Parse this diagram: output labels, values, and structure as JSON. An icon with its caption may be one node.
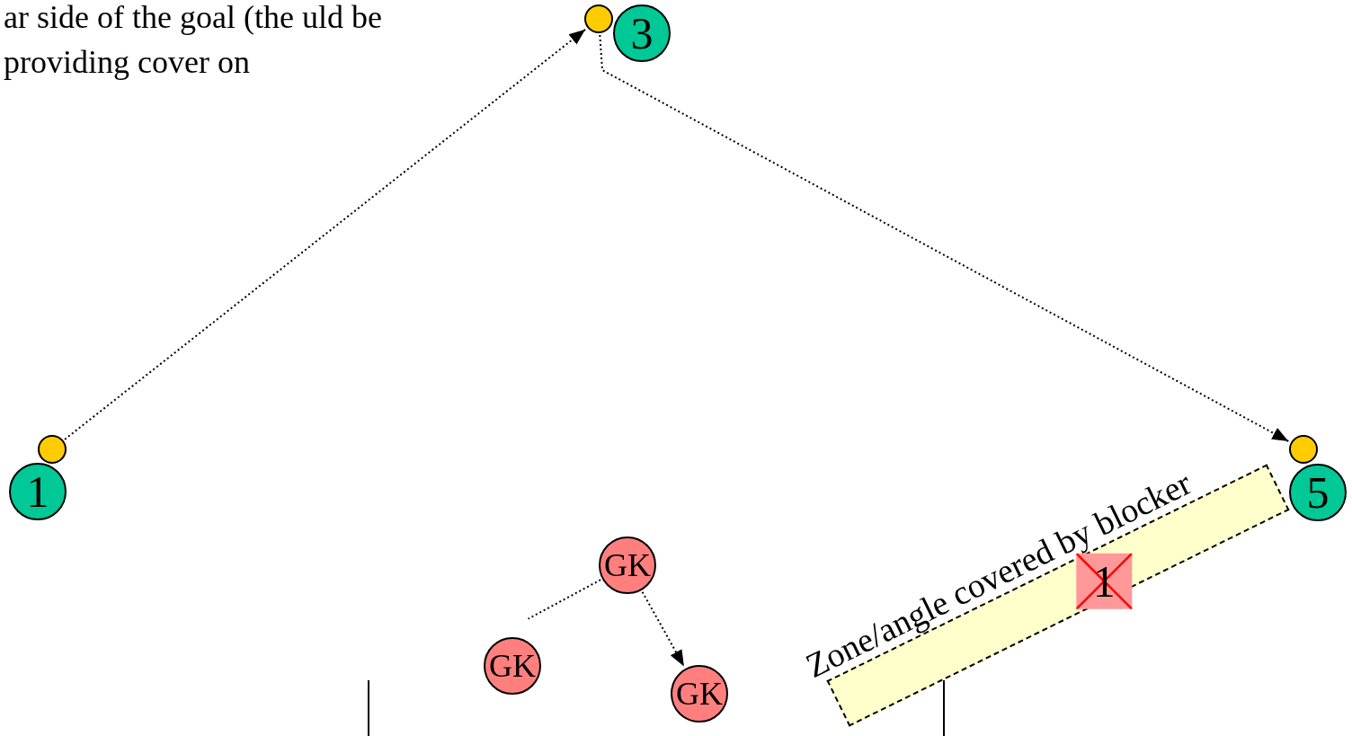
{
  "diagram": {
    "nodes": [
      {
        "text": [
          "3"
        ]
      },
      {
        "text": [],
        "shape": "circle"
      },
      {
        "text": [],
        "shape": "circle"
      },
      {
        "text": [
          "1"
        ]
      },
      {
        "text": [],
        "shape": "circle"
      },
      {
        "text": [
          "5"
        ]
      },
      {
        "text": [
          "Zone/angle covered by blocker"
        ]
      },
      {
        "text": [
          "1"
        ],
        "in": 6
      },
      {
        "text": [
          "GK"
        ]
      },
      {
        "text": [
          "GK"
        ]
      },
      {
        "text": [
          "GK"
        ]
      }
    ],
    "edges": [
      {
        "from": 2,
        "to": 1,
        "arrow": "to"
      },
      {
        "from": 1,
        "to": 4,
        "arrow": "to"
      },
      {
        "from": 8,
        "to": 10,
        "arrow": "to"
      },
      {
        "from": 8,
        "to": null,
        "arrow": "none"
      }
    ],
    "labels": [
      "ar side of the goal (the uld be providing cover on"
    ]
  }
}
